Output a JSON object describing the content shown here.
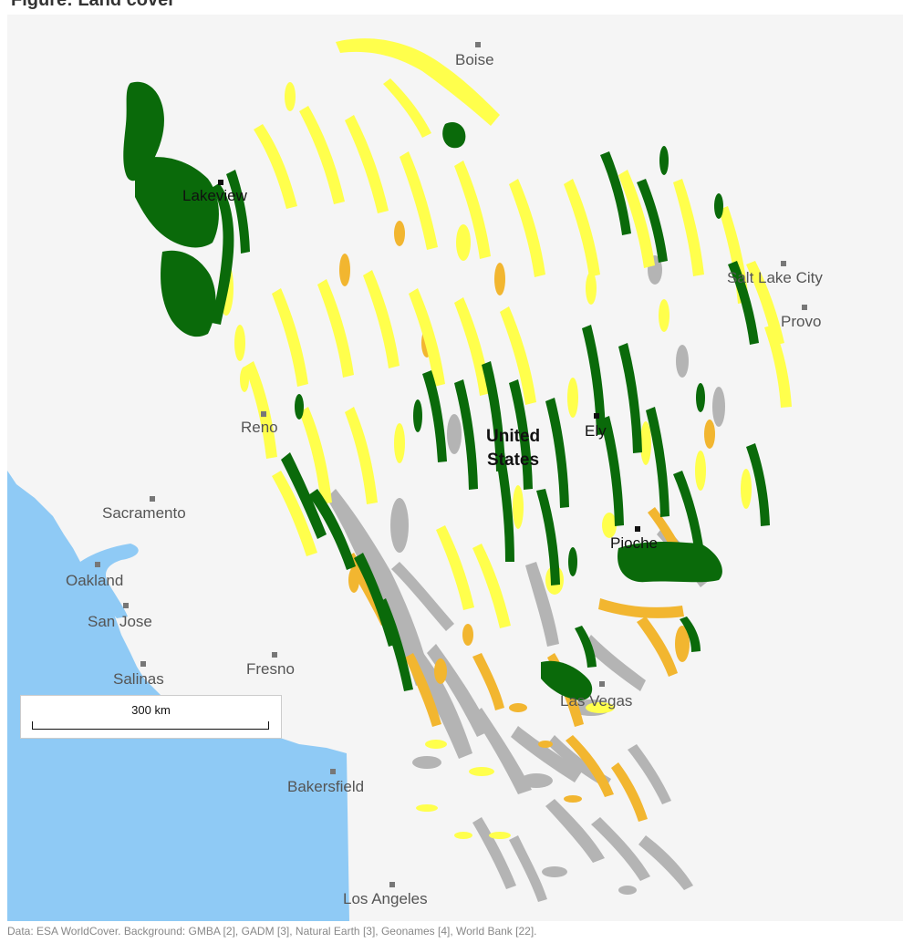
{
  "title": "Figure: Land cover",
  "cities": [
    {
      "id": "boise",
      "name": "Boise",
      "primary": false
    },
    {
      "id": "lakeview",
      "name": "Lakeview",
      "primary": true
    },
    {
      "id": "salt-lake-city",
      "name": "Salt Lake City",
      "primary": false
    },
    {
      "id": "provo",
      "name": "Provo",
      "primary": false
    },
    {
      "id": "reno",
      "name": "Reno",
      "primary": false
    },
    {
      "id": "ely",
      "name": "Ely",
      "primary": true
    },
    {
      "id": "sacramento",
      "name": "Sacramento",
      "primary": false
    },
    {
      "id": "pioche",
      "name": "Pioche",
      "primary": true
    },
    {
      "id": "oakland",
      "name": "Oakland",
      "primary": false
    },
    {
      "id": "san-jose",
      "name": "San Jose",
      "primary": false
    },
    {
      "id": "salinas",
      "name": "Salinas",
      "primary": false
    },
    {
      "id": "fresno",
      "name": "Fresno",
      "primary": false
    },
    {
      "id": "las-vegas",
      "name": "Las Vegas",
      "primary": false
    },
    {
      "id": "bakersfield",
      "name": "Bakersfield",
      "primary": false
    },
    {
      "id": "los-angeles",
      "name": "Los Angeles",
      "primary": false
    }
  ],
  "country_label_line1": "United",
  "country_label_line2": "States",
  "scale_label": "300 km",
  "caption": "Data: ESA WorldCover. Background: GMBA [2], GADM [3], Natural Earth [3], Geonames [4], World Bank [22].",
  "colors": {
    "background": "#f5f5f5",
    "ocean": "#8fcaf5",
    "tree_cover": "#0a6a0a",
    "grassland": "#ffff4c",
    "shrubland": "#f2b630",
    "bare": "#b4b4b4",
    "city_marker": "#777777",
    "city_marker_primary": "#111111"
  }
}
